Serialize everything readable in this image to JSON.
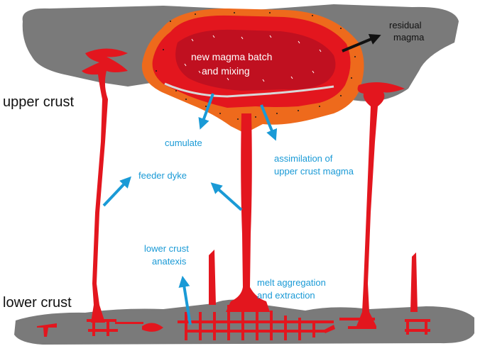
{
  "labels": {
    "upper_crust": "upper crust",
    "lower_crust": "lower crust",
    "residual_magma_1": "residual",
    "residual_magma_2": "magma",
    "new_batch_1": "new magma batch",
    "new_batch_2": "and mixing",
    "cumulate": "cumulate",
    "assimilation_1": "assimilation of",
    "assimilation_2": "upper crust magma",
    "feeder_dyke": "feeder dyke",
    "lower_anatexis_1": "lower crust",
    "lower_anatexis_2": "anatexis",
    "melt_agg_1": "melt aggregation",
    "melt_agg_2": "and extraction"
  },
  "colors": {
    "crust_gray": "#7a7a7a",
    "magma_red": "#e3161e",
    "dark_red": "#c01020",
    "orange_rim": "#ee6a1c",
    "arrow_blue": "#1a9ad6",
    "label_black": "#111111"
  }
}
